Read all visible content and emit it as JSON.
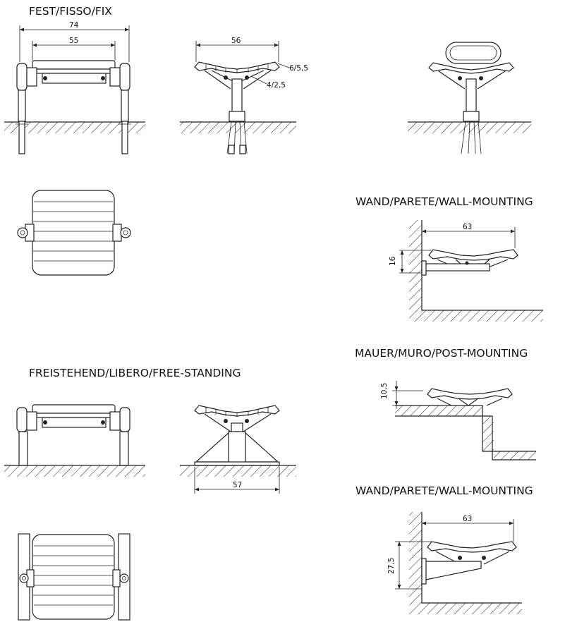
{
  "titles": {
    "fix": "FEST/FISSO/FIX",
    "free": "FREISTEHEND/LIBERO/FREE-STANDING",
    "wall1": "WAND/PARETE/WALL-MOUNTING",
    "post": "MAUER/MURO/POST-MOUNTING",
    "wall2": "WAND/PARETE/WALL-MOUNTING"
  },
  "dims": {
    "fix_overall": "74",
    "fix_seat": "55",
    "fix_side_width": "56",
    "fix_hole_a": "6/5,5",
    "fix_hole_b": "4/2,5",
    "free_base": "57",
    "wall1_depth": "63",
    "wall1_height": "16",
    "post_height": "10,5",
    "wall2_depth": "63",
    "wall2_height": "27,5"
  }
}
